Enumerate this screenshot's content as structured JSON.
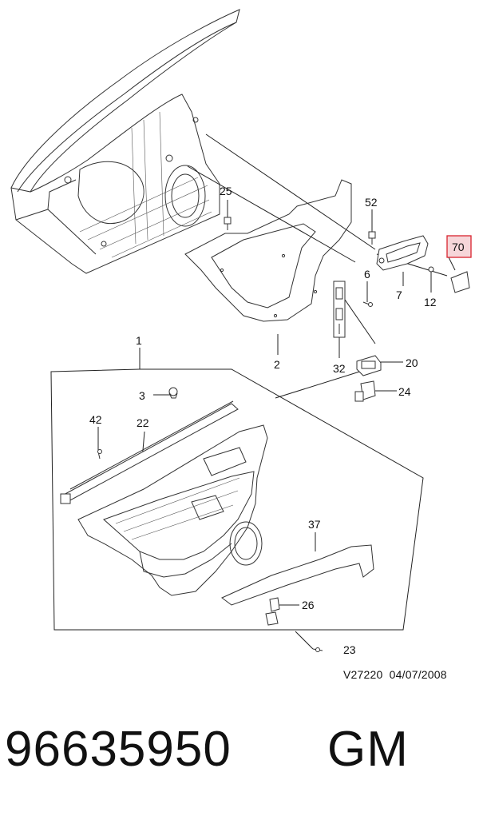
{
  "callouts": {
    "c1": "1",
    "c2": "2",
    "c3": "3",
    "c6": "6",
    "c7": "7",
    "c12": "12",
    "c20": "20",
    "c22": "22",
    "c23": "23",
    "c24": "24",
    "c25": "25",
    "c26": "26",
    "c32": "32",
    "c37": "37",
    "c42": "42",
    "c52": "52",
    "c70": "70"
  },
  "highlight": {
    "callout": "70",
    "border_color": "#d9232e",
    "fill_color": "#f6d6d9"
  },
  "footer": {
    "drawing_code": "V27220",
    "date": "04/07/2008"
  },
  "part": {
    "number": "96635950",
    "brand": "GM"
  }
}
